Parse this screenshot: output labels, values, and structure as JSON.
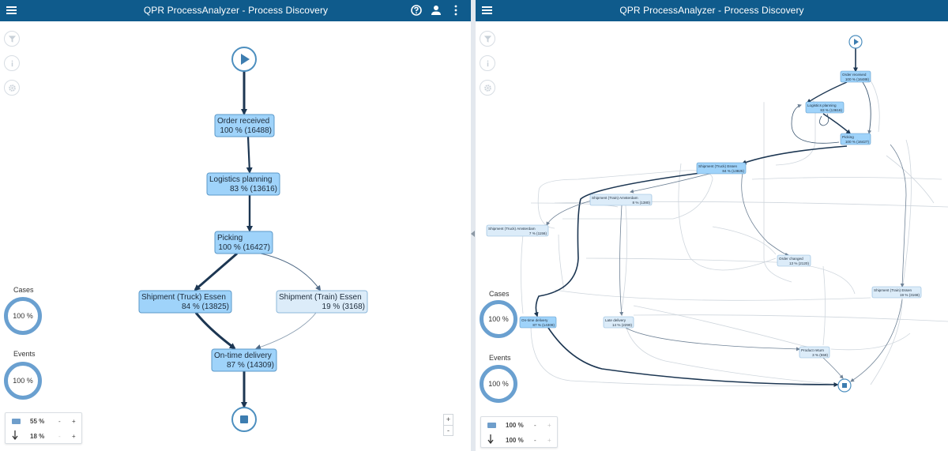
{
  "app_title": "QPR ProcessAnalyzer - Process Discovery",
  "colors": {
    "header": "#0f5b8c",
    "node_fill": "#9fd3fa",
    "node_light": "#dcecf9",
    "edge_dark": "#1c3652",
    "meter": "#6aa0d0"
  },
  "header_icons": [
    "help-icon",
    "user-icon",
    "more-vert-icon"
  ],
  "tools": [
    "filter-icon",
    "info-icon",
    "settings-icon"
  ],
  "left": {
    "cases_label": "Cases",
    "cases_value": "100 %",
    "events_label": "Events",
    "events_value": "100 %",
    "activities_pct": "55 %",
    "connections_pct": "18 %",
    "minus": "-",
    "plus": "+",
    "zoom_in": "+",
    "zoom_out": "-",
    "nodes": [
      {
        "id": "order",
        "name": "Order received",
        "stats": "100 % (16488)"
      },
      {
        "id": "logistics",
        "name": "Logistics planning",
        "stats": "83 % (13616)"
      },
      {
        "id": "picking",
        "name": "Picking",
        "stats": "100 % (16427)"
      },
      {
        "id": "truck",
        "name": "Shipment (Truck) Essen",
        "stats": "84 % (13825)"
      },
      {
        "id": "train",
        "name": "Shipment (Train) Essen",
        "stats": "19 % (3168)"
      },
      {
        "id": "ontime",
        "name": "On-time delivery",
        "stats": "87 % (14309)"
      }
    ]
  },
  "right": {
    "cases_label": "Cases",
    "cases_value": "100 %",
    "events_label": "Events",
    "events_value": "100 %",
    "activities_pct": "100 %",
    "connections_pct": "100 %",
    "minus": "-",
    "plus": "+",
    "nodes": [
      {
        "id": "order",
        "name": "Order received",
        "stats": "100 % (16488)"
      },
      {
        "id": "logistics",
        "name": "Logistics planning",
        "stats": "83 % (13616)"
      },
      {
        "id": "picking",
        "name": "Picking",
        "stats": "100 % (16427)"
      },
      {
        "id": "truck",
        "name": "Shipment (Truck) Essen",
        "stats": "84 % (13825)"
      },
      {
        "id": "trainams",
        "name": "Shipment (Train) Amsterdam",
        "stats": "8 % (1380)"
      },
      {
        "id": "truckams",
        "name": "Shipment (Truck) Amsterdam",
        "stats": "7 % (1156)"
      },
      {
        "id": "changed",
        "name": "Order changed",
        "stats": "13 % (2120)"
      },
      {
        "id": "trainessen",
        "name": "Shipment (Train) Essen",
        "stats": "19 % (3168)"
      },
      {
        "id": "ontime",
        "name": "On-time delivery",
        "stats": "87 % (14309)"
      },
      {
        "id": "late",
        "name": "Late delivery",
        "stats": "14 % (2290)"
      },
      {
        "id": "return",
        "name": "Product return",
        "stats": "3 % (559)"
      }
    ]
  }
}
